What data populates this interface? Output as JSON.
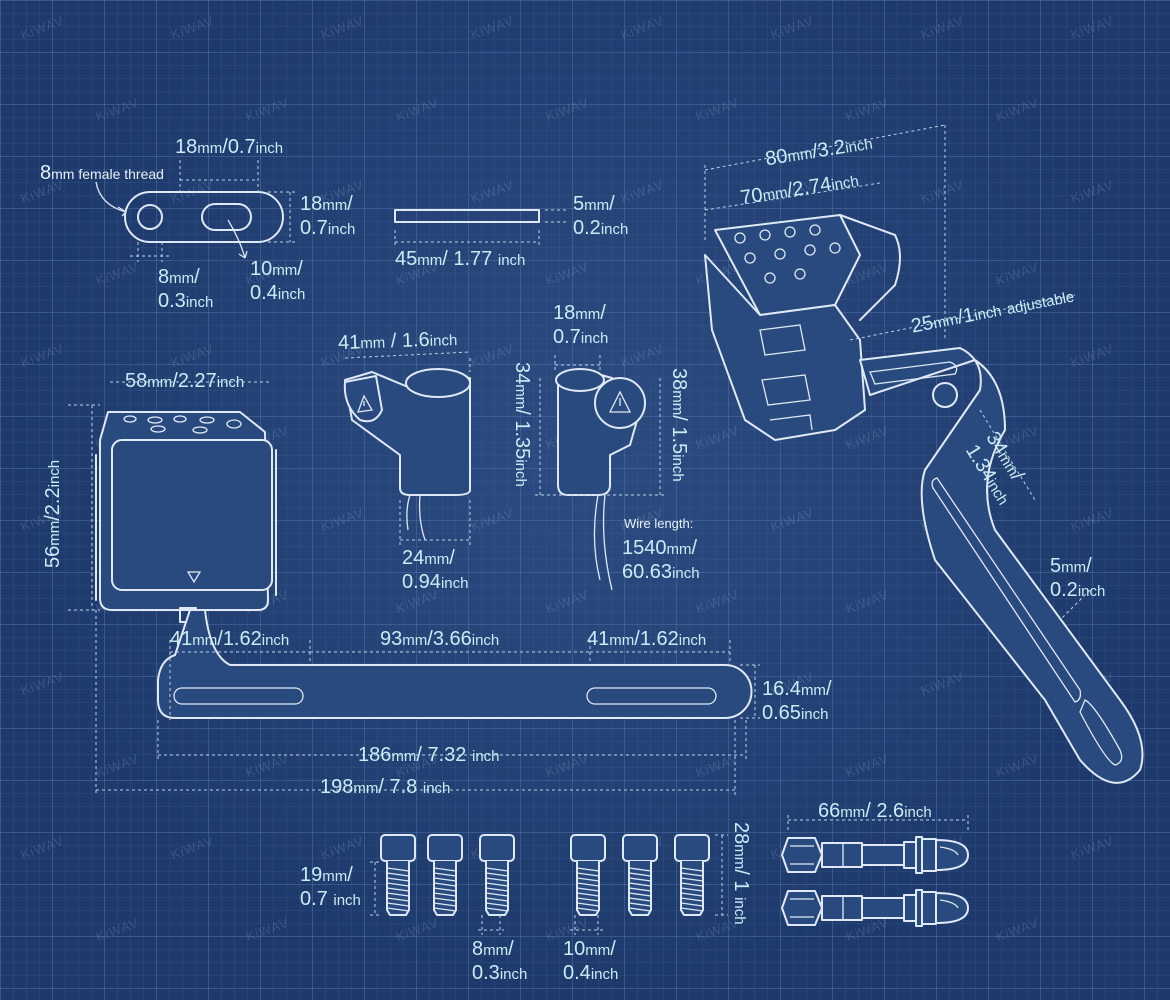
{
  "watermark": "KiWAV",
  "labels": {
    "thread_note": "8mm female thread",
    "top_width_a": "18",
    "top_width_b": "0.7",
    "top_height_a": "18",
    "top_height_b": "0.7",
    "hole_a": "8",
    "hole_b": "0.3",
    "slot_a": "10",
    "slot_b": "0.4",
    "plate_thick_a": "5",
    "plate_thick_b": "0.2",
    "plate_len_a": "45",
    "plate_len_b": "1.77",
    "light_w_a": "58",
    "light_w_b": "2.27",
    "light_h_a": "56",
    "light_h_b": "2.2",
    "conn_w_a": "41",
    "conn_w_b": "1.6",
    "conn_stem_a": "24",
    "conn_stem_b": "0.94",
    "conn2_w_a": "18",
    "conn2_w_b": "0.7",
    "conn2_h1_a": "34",
    "conn2_h1_b": "1.35",
    "conn2_h2_a": "38",
    "conn2_h2_b": "1.5",
    "wire_title": "Wire length:",
    "wire_a": "1540",
    "wire_b": "60.63",
    "mount_w1_a": "80",
    "mount_w1_b": "3.2",
    "mount_w2_a": "70",
    "mount_w2_b": "2.74",
    "adjust_a": "25",
    "adjust_b": "1",
    "adjust_note": "adjustable",
    "arm_w_a": "34",
    "arm_w_b": "1.34",
    "arm_t_a": "5",
    "arm_t_b": "0.2",
    "bar_slot1_a": "41",
    "bar_slot1_b": "1.62",
    "bar_mid_a": "93",
    "bar_mid_b": "3.66",
    "bar_slot2_a": "41",
    "bar_slot2_b": "1.62",
    "bar_h_a": "16.4",
    "bar_h_b": "0.65",
    "bar_len_a": "186",
    "bar_len_b": "7.32",
    "total_len_a": "198",
    "total_len_b": "7.8",
    "bolt_len_a": "19",
    "bolt_len_b": "0.7",
    "bolt_d_a": "8",
    "bolt_d_b": "0.3",
    "bolt2_d_a": "10",
    "bolt2_d_b": "0.4",
    "bolt2_len_a": "28",
    "bolt2_len_b": "1",
    "screw_len_a": "66",
    "screw_len_b": "2.6"
  },
  "units": {
    "mm": "mm",
    "inch": "inch",
    "sep": "/"
  }
}
